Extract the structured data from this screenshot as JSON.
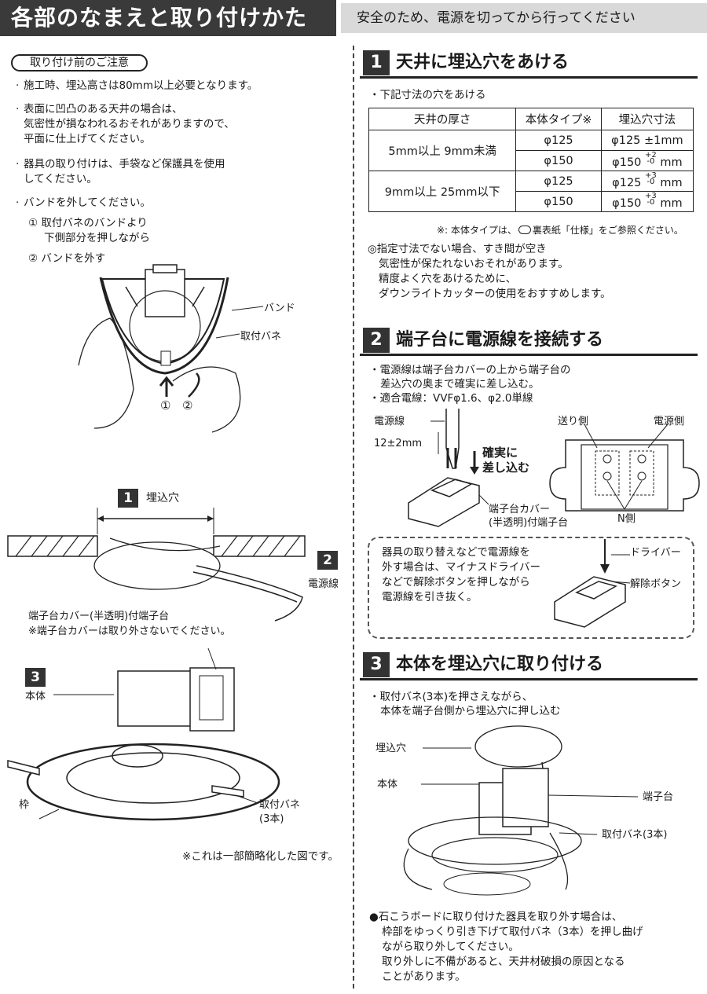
{
  "header": {
    "title": "各部のなまえと取り付けかた",
    "notice": "安全のため、電源を切ってから行ってください"
  },
  "precautions": {
    "title": "取り付け前のご注意",
    "items": [
      "施工時、埋込高さは80mm以上必要となります。",
      "表面に凹凸のある天井の場合は、",
      "気密性が損なわれるおそれがありますので、",
      "平面に仕上げてください。",
      "器具の取り付けは、手袋など保護具を使用",
      "してください。",
      "バンドを外してください。"
    ],
    "steps": [
      "① 取付バネのバンドより",
      "下側部分を押しながら",
      "② バンドを外す"
    ],
    "labels": {
      "band": "バンド",
      "spring": "取付バネ",
      "n1": "①",
      "n2": "②"
    }
  },
  "parts": {
    "hole_num": "1",
    "hole": "埋込穴",
    "wire_num": "2",
    "wire": "電源線",
    "terminal": "端子台カバー(半透明)付端子台",
    "terminal_note": "※端子台カバーは取り外さないでください。",
    "body_num": "3",
    "body": "本体",
    "frame": "枠",
    "spring1": "取付バネ",
    "spring2": "(3本)",
    "simplified": "※これは一部簡略化した図です。"
  },
  "step1": {
    "num": "1",
    "title": "天井に埋込穴をあける",
    "lead": "・下記寸法の穴をあける",
    "table": {
      "headers": [
        "天井の厚さ",
        "本体タイプ※",
        "埋込穴寸法"
      ],
      "group1": "5mm以上  9mm未満",
      "group2": "9mm以上  25mm以下",
      "t125": "φ125",
      "t150": "φ150",
      "s1": "φ125 ±1mm",
      "s2": "φ150",
      "s3": "φ125",
      "s4": "φ150",
      "tol_plus2": "+2",
      "tol_plus3": "+3",
      "tol_zero": "-0",
      "mm": "mm"
    },
    "footnote": "※: 本体タイプは、",
    "footnote2": "裏表紙「仕様」をご参照ください。",
    "cautions": [
      "◎指定寸法でない場合、すき間が空き",
      "気密性が保たれないおそれがあります。",
      "精度よく穴をあけるために、",
      "ダウンライトカッターの使用をおすすめします。"
    ]
  },
  "step2": {
    "num": "2",
    "title": "端子台に電源線を接続する",
    "lines": [
      "・電源線は端子台カバーの上から端子台の",
      "差込穴の奥まで確実に差し込む。",
      "・適合電線：VVFφ1.6、φ2.0単線"
    ],
    "wire": "電源線",
    "strip": "12±2mm",
    "insert1": "確実に",
    "insert2": "差し込む",
    "term1": "端子台カバー",
    "term2": "(半透明)付端子台",
    "send": "送り側",
    "source": "電源側",
    "nside": "N側",
    "removal": [
      "器具の取り替えなどで電源線を",
      "外す場合は、マイナスドライバー",
      "などで解除ボタンを押しながら",
      "電源線を引き抜く。"
    ],
    "driver": "ドライバー",
    "release": "解除ボタン"
  },
  "step3": {
    "num": "3",
    "title": "本体を埋込穴に取り付ける",
    "lines": [
      "・取付バネ(3本)を押さえながら、",
      "本体を端子台側から埋込穴に押し込む"
    ],
    "hole": "埋込穴",
    "body": "本体",
    "terminal": "端子台",
    "spring": "取付バネ(3本)",
    "notes": [
      "●石こうボードに取り付けた器具を取り外す場合は、",
      "枠部をゆっくり引き下げて取付バネ（3本）を押し曲げ",
      "ながら取り外してください。",
      "取り外しに不備があると、天井材破損の原因となる",
      "ことがあります。"
    ]
  }
}
